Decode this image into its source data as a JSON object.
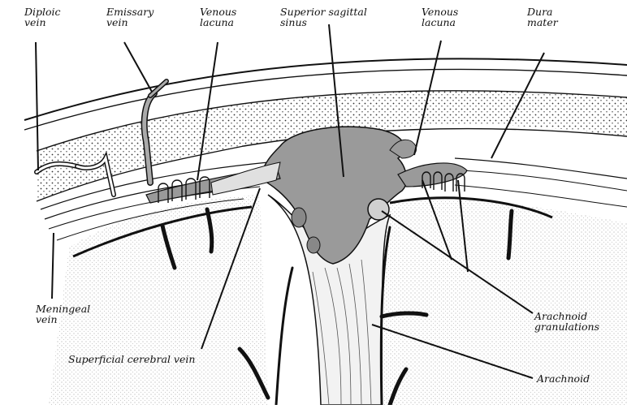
{
  "labels": {
    "diploic_vein": [
      "Diploic",
      "vein"
    ],
    "emissary_vein": [
      "Emissary",
      "vein"
    ],
    "venous_lacuna_left": [
      "Venous",
      "lacuna"
    ],
    "superior_sagittal_sinus": [
      "Superior sagittal",
      "sinus"
    ],
    "venous_lacuna_right": [
      "Venous",
      "lacuna"
    ],
    "dura_mater": [
      "Dura",
      "mater"
    ],
    "meningeal_vein": [
      "Meningeal",
      "vein"
    ],
    "superficial_cerebral_vein": "Superficial cerebral vein",
    "arachnoid_granulations": [
      "Arachnoid",
      "granulations"
    ],
    "arachnoid": "Arachnoid"
  },
  "colors": {
    "ink": "#111111",
    "sinus": "#9a9a9a",
    "cortex": "#eeeeee",
    "bone": "#d9d9d9"
  }
}
